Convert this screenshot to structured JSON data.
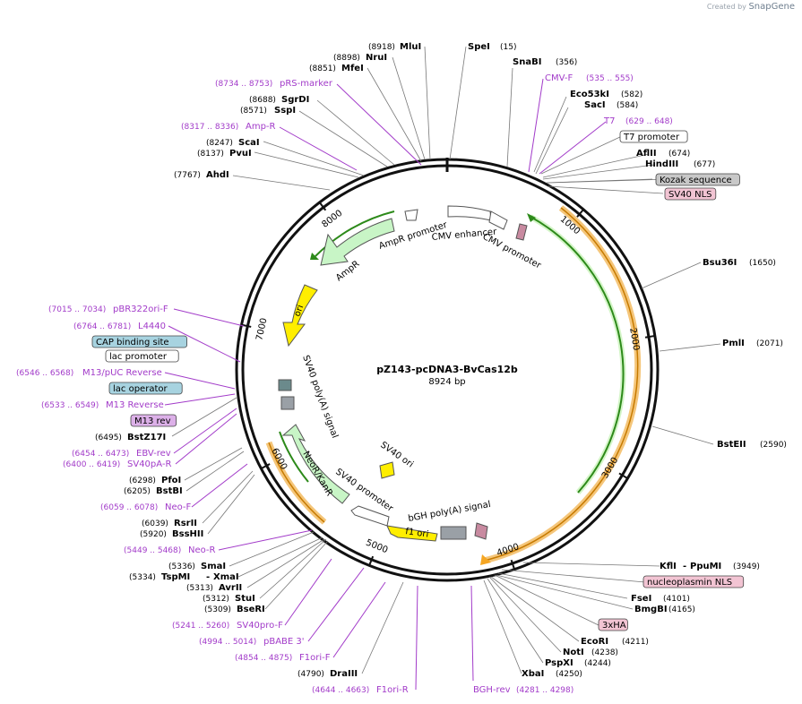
{
  "brand": {
    "prefix": "Created by",
    "name": "SnapGene"
  },
  "map": {
    "title": "pZ143-pcDNA3-BvCas12b",
    "size_label": "8924 bp",
    "length": 8924
  },
  "ticks": [
    {
      "pos": 1000,
      "label": "1000"
    },
    {
      "pos": 2000,
      "label": "2000"
    },
    {
      "pos": 3000,
      "label": "3000"
    },
    {
      "pos": 4000,
      "label": "4000"
    },
    {
      "pos": 5000,
      "label": "5000"
    },
    {
      "pos": 6000,
      "label": "6000"
    },
    {
      "pos": 7000,
      "label": "7000"
    },
    {
      "pos": 8000,
      "label": "8000"
    }
  ],
  "enzymes": [
    {
      "name": "MluI",
      "pos": "(8918)"
    },
    {
      "name": "NruI",
      "pos": "(8898)"
    },
    {
      "name": "MfeI",
      "pos": "(8851)"
    },
    {
      "name": "SpeI",
      "pos": "(15)"
    },
    {
      "name": "SnaBI",
      "pos": "(356)"
    },
    {
      "name": "Eco53kI",
      "pos": "(582)"
    },
    {
      "name": "SacI",
      "pos": "(584)"
    },
    {
      "name": "AflII",
      "pos": "(674)"
    },
    {
      "name": "HindIII",
      "pos": "(677)"
    },
    {
      "name": "SgrDI",
      "pos": "(8688)"
    },
    {
      "name": "SspI",
      "pos": "(8571)"
    },
    {
      "name": "ScaI",
      "pos": "(8247)"
    },
    {
      "name": "PvuI",
      "pos": "(8137)"
    },
    {
      "name": "AhdI",
      "pos": "(7767)"
    },
    {
      "name": "Bsu36I",
      "pos": "(1650)"
    },
    {
      "name": "PmlI",
      "pos": "(2071)"
    },
    {
      "name": "BstEII",
      "pos": "(2590)"
    },
    {
      "name": "BstZ17I",
      "pos": "(6495)"
    },
    {
      "name": "PfoI",
      "pos": "(6298)"
    },
    {
      "name": "BstBI",
      "pos": "(6205)"
    },
    {
      "name": "RsrII",
      "pos": "(6039)"
    },
    {
      "name": "BssHII",
      "pos": "(5920)"
    },
    {
      "name": "SmaI",
      "pos": "(5336)"
    },
    {
      "name": "TspMI",
      "pos": "(5334)"
    },
    {
      "name": "XmaI",
      "pos": ""
    },
    {
      "name": "AvrII",
      "pos": "(5313)"
    },
    {
      "name": "StuI",
      "pos": "(5312)"
    },
    {
      "name": "BseRI",
      "pos": "(5309)"
    },
    {
      "name": "DraIII",
      "pos": "(4790)"
    },
    {
      "name": "KflI",
      "pos": ""
    },
    {
      "name": "PpuMI",
      "pos": "(3949)"
    },
    {
      "name": "FseI",
      "pos": "(4101)"
    },
    {
      "name": "BmgBI",
      "pos": "(4165)"
    },
    {
      "name": "EcoRI",
      "pos": "(4211)"
    },
    {
      "name": "NotI",
      "pos": "(4238)"
    },
    {
      "name": "PspXI",
      "pos": "(4244)"
    },
    {
      "name": "XbaI",
      "pos": "(4250)"
    }
  ],
  "primers": [
    {
      "name": "pRS-marker",
      "range": "(8734 .. 8753)"
    },
    {
      "name": "Amp-R",
      "range": "(8317 .. 8336)"
    },
    {
      "name": "CMV-F",
      "range": "(535 .. 555)"
    },
    {
      "name": "T7",
      "range": "(629 .. 648)"
    },
    {
      "name": "pBR322ori-F",
      "range": "(7015 .. 7034)"
    },
    {
      "name": "L4440",
      "range": "(6764 .. 6781)"
    },
    {
      "name": "M13/pUC Reverse",
      "range": "(6546 .. 6568)"
    },
    {
      "name": "M13 Reverse",
      "range": "(6533 .. 6549)"
    },
    {
      "name": "EBV-rev",
      "range": "(6454 .. 6473)"
    },
    {
      "name": "SV40pA-R",
      "range": "(6400 .. 6419)"
    },
    {
      "name": "Neo-F",
      "range": "(6059 .. 6078)"
    },
    {
      "name": "Neo-R",
      "range": "(5449 .. 5468)"
    },
    {
      "name": "SV40pro-F",
      "range": "(5241 .. 5260)"
    },
    {
      "name": "pBABE 3'",
      "range": "(4994 .. 5014)"
    },
    {
      "name": "F1ori-F",
      "range": "(4854 .. 4875)"
    },
    {
      "name": "F1ori-R",
      "range": "(4644 .. 4663)"
    },
    {
      "name": "BGH-rev",
      "range": "(4281 .. 4298)"
    }
  ],
  "boxed_features": [
    {
      "name": "T7 promoter",
      "fill": "#ffffff"
    },
    {
      "name": "Kozak sequence",
      "fill": "#c8c8c8"
    },
    {
      "name": "SV40 NLS",
      "fill": "#f2c4d3"
    },
    {
      "name": "CAP binding site",
      "fill": "#a7d3e0"
    },
    {
      "name": "lac promoter",
      "fill": "#ffffff"
    },
    {
      "name": "lac operator",
      "fill": "#a7d3e0"
    },
    {
      "name": "M13 rev",
      "fill": "#dcb0e8"
    },
    {
      "name": "nucleoplasmin NLS",
      "fill": "#f2c4d3"
    },
    {
      "name": "3xHA",
      "fill": "#f2c4d3"
    }
  ],
  "inner_features": [
    {
      "name": "CMV enhancer"
    },
    {
      "name": "CMV promoter"
    },
    {
      "name": "AmpR promoter"
    },
    {
      "name": "AmpR"
    },
    {
      "name": "ori"
    },
    {
      "name": "SV40 poly(A) signal"
    },
    {
      "name": "NeoR/KanR"
    },
    {
      "name": "SV40 promoter"
    },
    {
      "name": "SV40 ori"
    },
    {
      "name": "f1 ori"
    },
    {
      "name": "bGH poly(A) signal"
    }
  ],
  "colors": {
    "backbone": "#111111",
    "amp": "#c8f5c6",
    "amp_line": "#2d8a1a",
    "ori": "#ffee00",
    "orange": "#f5a623",
    "primer": "#a23bc9"
  }
}
